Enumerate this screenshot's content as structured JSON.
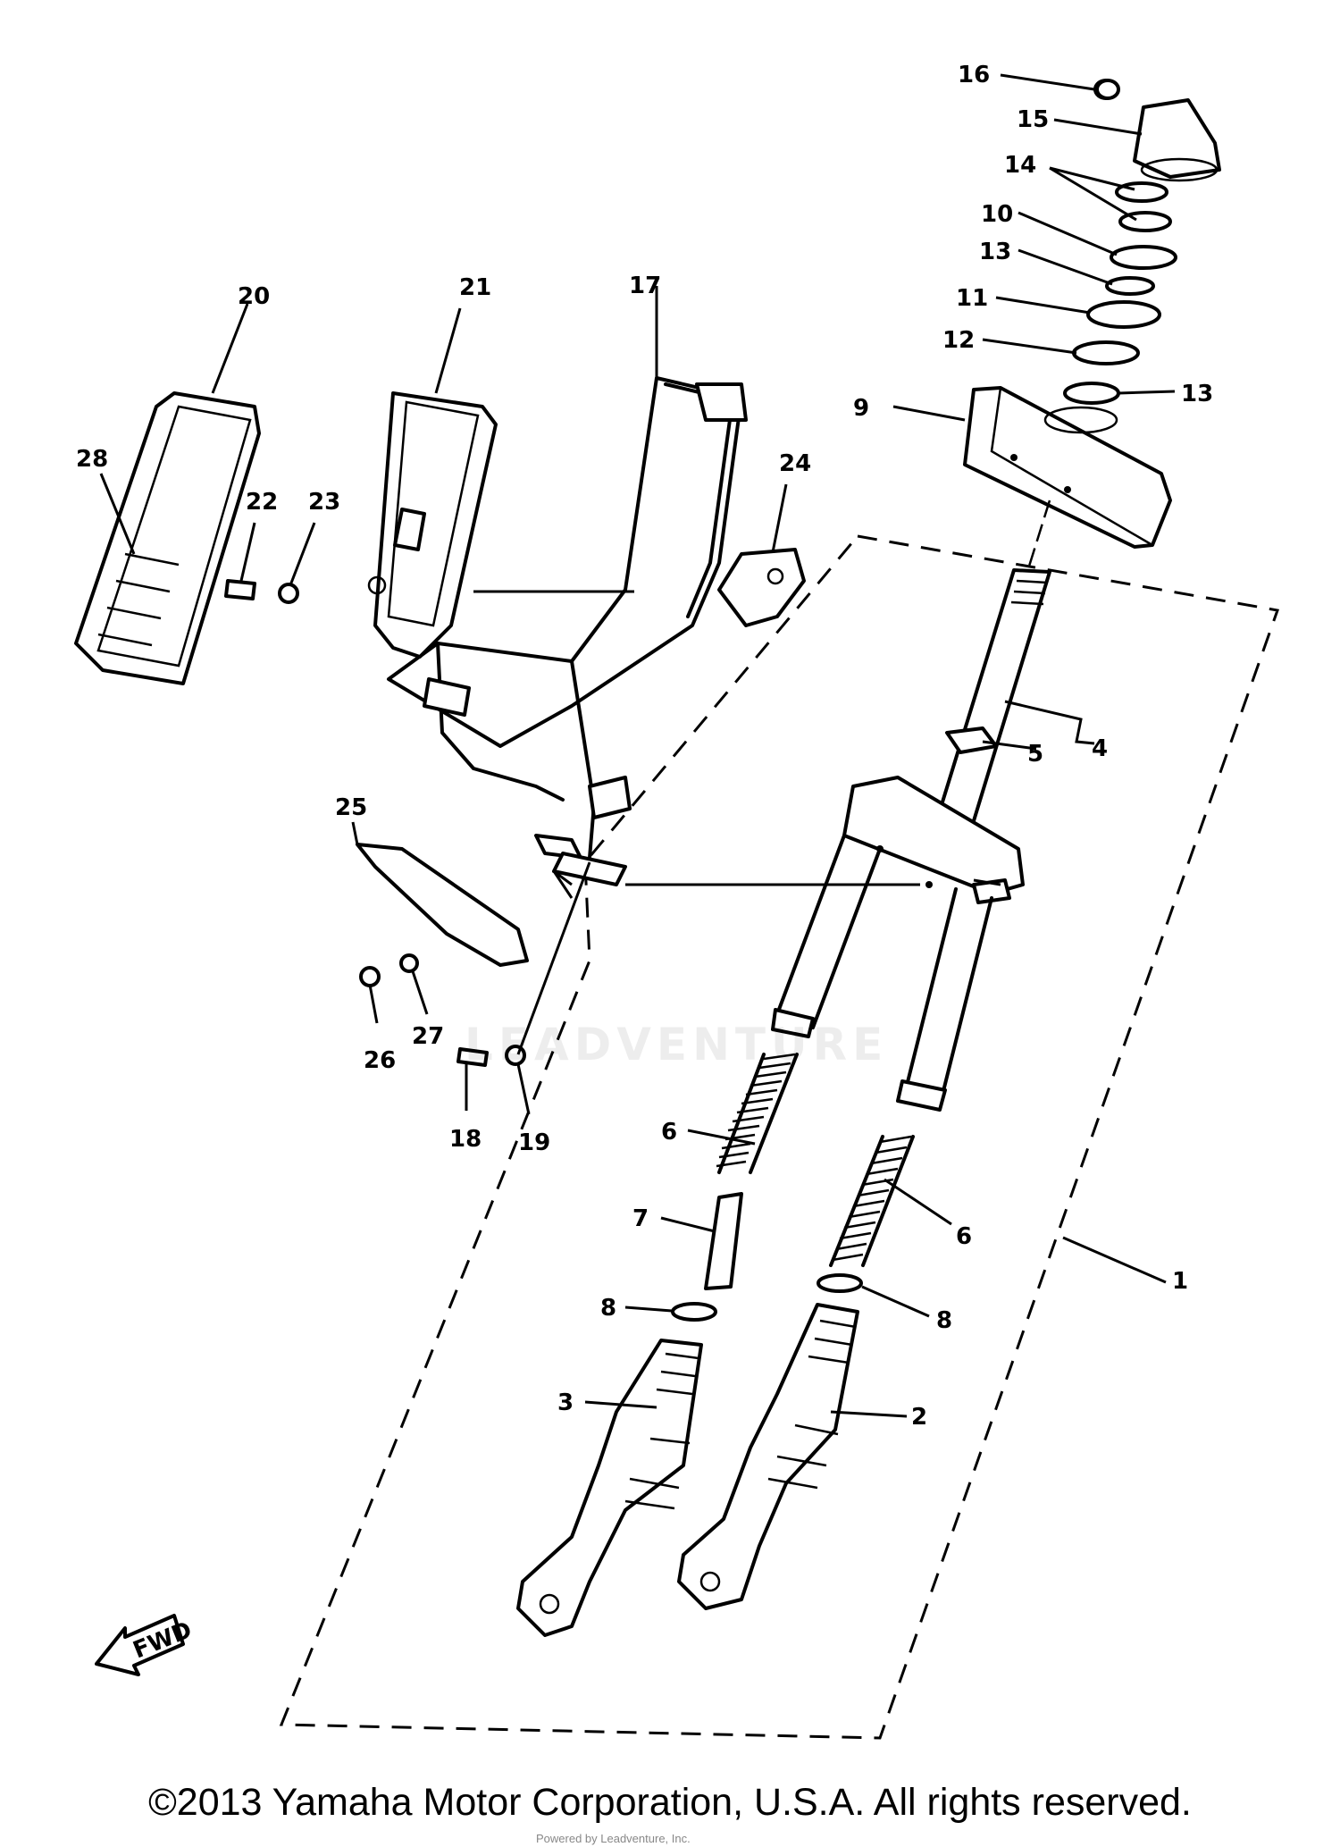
{
  "callouts": [
    "1",
    "2",
    "3",
    "4",
    "5",
    "6",
    "6",
    "7",
    "8",
    "8",
    "9",
    "10",
    "11",
    "12",
    "13",
    "13",
    "14",
    "15",
    "16",
    "17",
    "18",
    "19",
    "20",
    "21",
    "22",
    "23",
    "24",
    "25",
    "26",
    "27",
    "28"
  ],
  "fwd_label": "FWD",
  "watermark": "LEADVENTURE",
  "copyright": "©2013 Yamaha Motor Corporation, U.S.A. All rights reserved.",
  "faint_credit": "Powered by Leadventure, Inc."
}
